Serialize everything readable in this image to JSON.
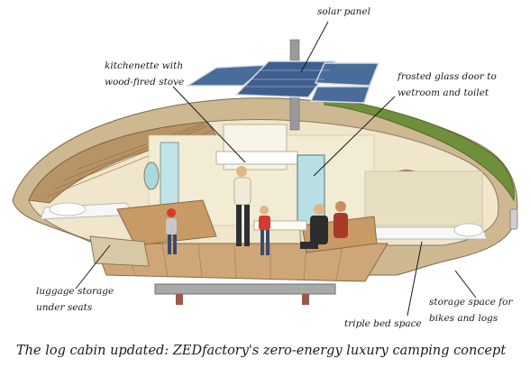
{
  "labels": {
    "solar_panel": "solar panel",
    "kitchenette_line1": "kitchenette with",
    "kitchenette_line2": "wood-fired stove",
    "frosted_line1": "frosted glass door to",
    "frosted_line2": "wetroom and toilet",
    "luggage_line1": "luggage storage",
    "luggage_line2": "under seats",
    "storage_line1": "storage space for",
    "storage_line2": "bikes and logs",
    "triple_bed": "triple bed space"
  },
  "caption": "The log cabin updated: ZEDfactory's zero-energy luxury camping concept"
}
